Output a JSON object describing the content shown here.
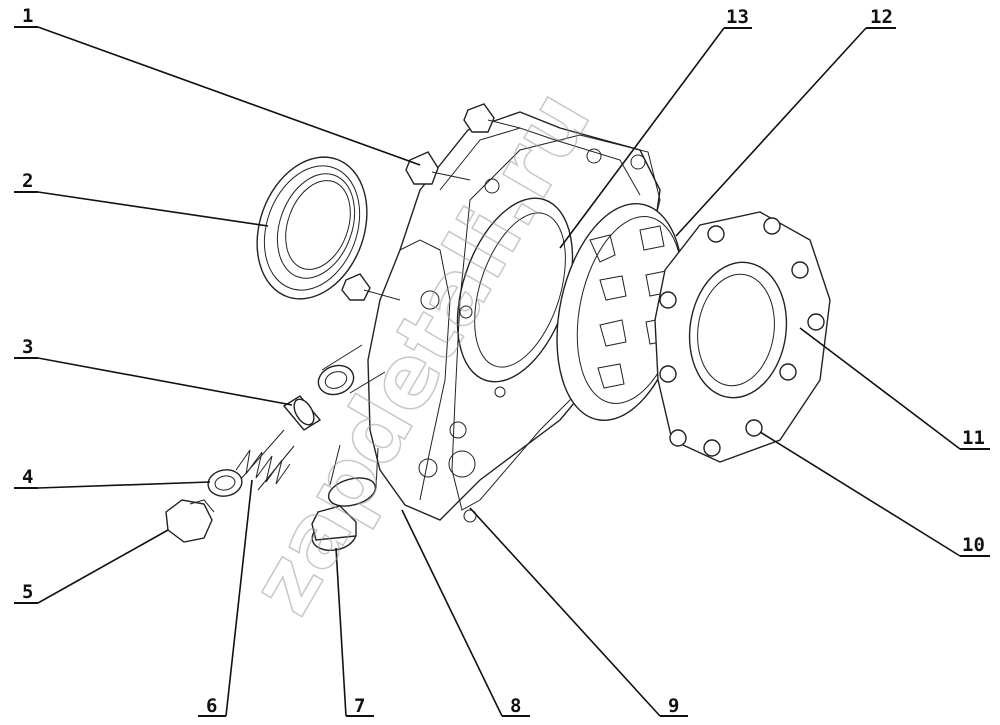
{
  "watermark": "zapdetali.ru",
  "callouts": [
    {
      "id": "1",
      "label": "1"
    },
    {
      "id": "2",
      "label": "2"
    },
    {
      "id": "3",
      "label": "3"
    },
    {
      "id": "4",
      "label": "4"
    },
    {
      "id": "5",
      "label": "5"
    },
    {
      "id": "6",
      "label": "6"
    },
    {
      "id": "7",
      "label": "7"
    },
    {
      "id": "8",
      "label": "8"
    },
    {
      "id": "9",
      "label": "9"
    },
    {
      "id": "10",
      "label": "10"
    },
    {
      "id": "11",
      "label": "11"
    },
    {
      "id": "12",
      "label": "12"
    },
    {
      "id": "13",
      "label": "13"
    }
  ]
}
